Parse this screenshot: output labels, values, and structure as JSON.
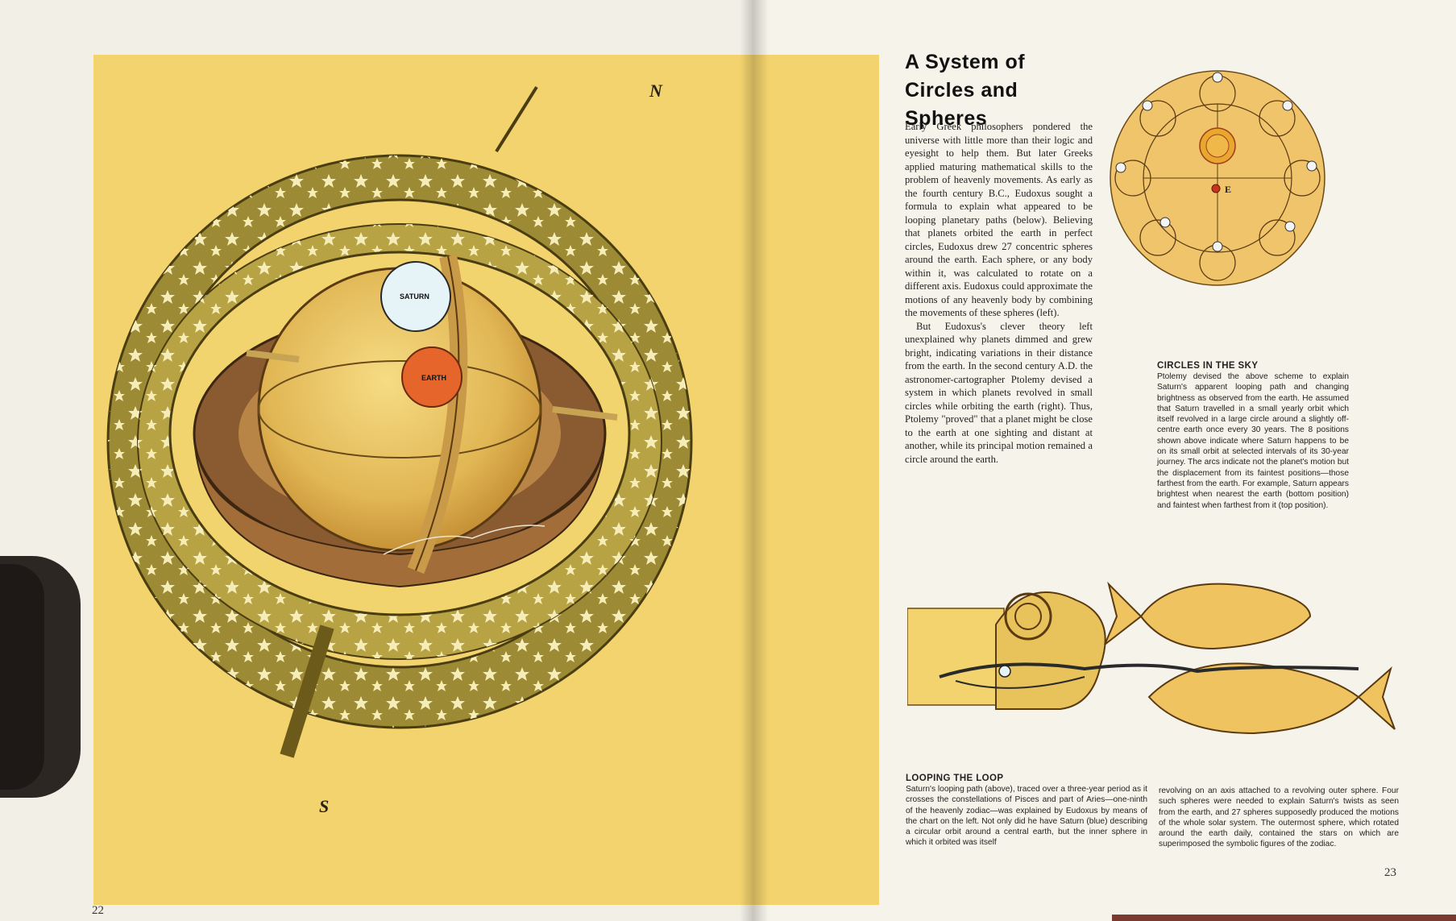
{
  "left_page": {
    "page_number": "22",
    "illustration": {
      "label_saturn": "SATURN",
      "label_earth": "EARTH",
      "label_north": "N",
      "label_south": "S"
    }
  },
  "right_page": {
    "page_number": "23",
    "title_line1": "A System of",
    "title_line2": "Circles and Spheres",
    "body_paragraph1": "Early Greek philosophers pondered the universe with little more than their logic and eyesight to help them. But later Greeks applied maturing mathematical skills to the problem of heavenly movements. As early as the fourth century B.C., Eudoxus sought a formula to explain what appeared to be looping planetary paths (below). Believing that planets orbited the earth in perfect circles, Eudoxus drew 27 concentric spheres around the earth. Each sphere, or any body within it, was calculated to rotate on a different axis. Eudoxus could approximate the motions of any heavenly body by combining the movements of these spheres (left).",
    "body_paragraph2": "But Eudoxus's clever theory left unexplained why planets dimmed and grew bright, indicating variations in their distance from the earth. In the second century A.D. the astronomer-cartographer Ptolemy devised a system in which planets revolved in small circles while orbiting the earth (right). Thus, Ptolemy \"proved\" that a planet might be close to the earth at one sighting and distant at another, while its principal motion remained a circle around the earth.",
    "sky_diagram": {
      "label_e": "E"
    },
    "caption_sky": {
      "heading": "CIRCLES IN THE SKY",
      "text": "Ptolemy devised the above scheme to explain Saturn's apparent looping path and changing brightness as observed from the earth. He assumed that Saturn travelled in a small yearly orbit which itself revolved in a large circle around a slightly off-centre earth once every 30 years. The 8 positions shown above indicate where Saturn happens to be on its small orbit at selected intervals of its 30-year journey. The arcs indicate not the planet's motion but the displacement from its faintest positions—those farthest from the earth. For example, Saturn appears brightest when nearest the earth (bottom position) and faintest when farthest from it (top position)."
    },
    "caption_loop": {
      "heading": "LOOPING THE LOOP",
      "text_col1": "Saturn's looping path (above), traced over a three-year period as it crosses the constellations of Pisces and part of Aries—one-ninth of the heavenly zodiac—was explained by Eudoxus by means of the chart on the left. Not only did he have Saturn (blue) describing a circular orbit around a central earth, but the inner sphere in which it orbited was itself",
      "text_col2": "revolving on an axis attached to a revolving outer sphere. Four such spheres were needed to explain Saturn's twists as seen from the earth, and 27 spheres supposedly produced the motions of the whole solar system. The outermost sphere, which rotated around the earth daily, contained the stars on which are superimposed the symbolic figures of the zodiac."
    }
  },
  "colors": {
    "plate_yellow": "#f3d36d",
    "olive_ring": "#9c8a34",
    "saturn_blue": "#e6f3f7",
    "earth_orange": "#e5652a",
    "inner_brown": "#8a5a30"
  }
}
